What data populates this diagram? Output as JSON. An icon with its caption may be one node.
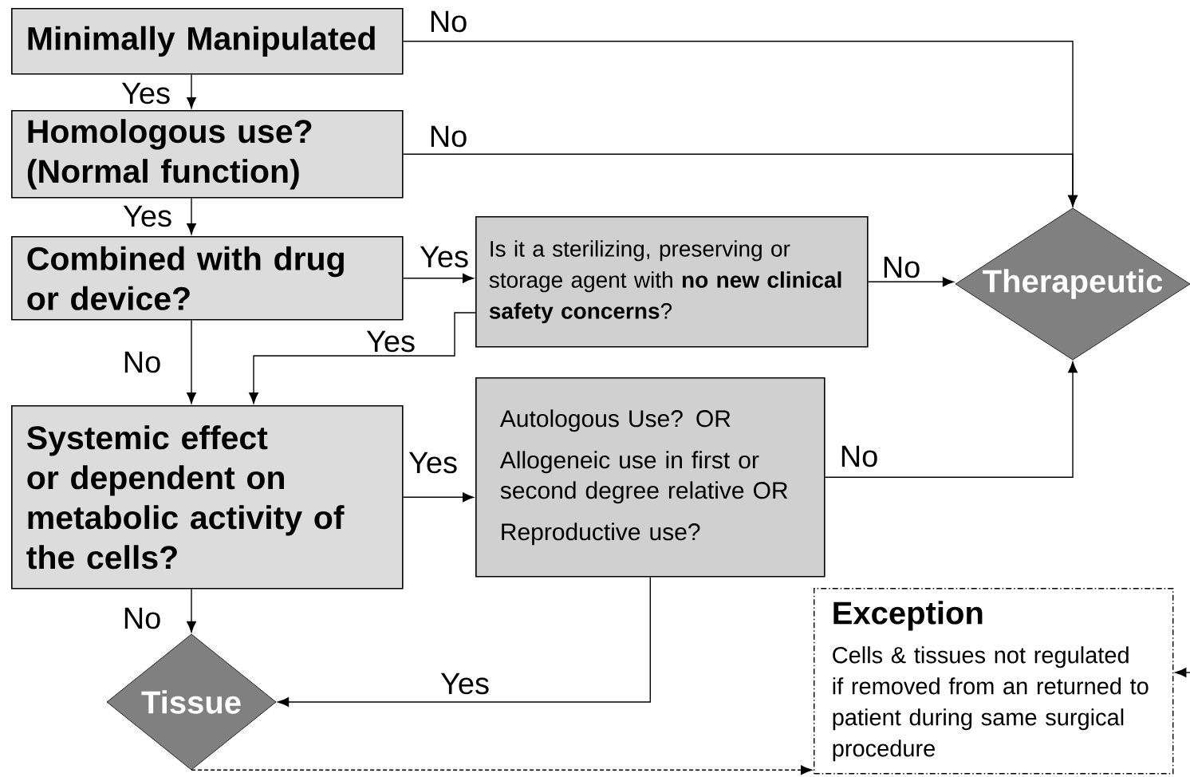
{
  "diagram": {
    "nodes": [
      {
        "text": [
          "Minimally Manipulated"
        ]
      },
      {
        "text": [
          "Homologous use? (Normal function)"
        ]
      },
      {
        "text": [
          "Combined with drug or device?"
        ]
      },
      {
        "text": [
          "Is it a sterilizing, preserving or storage agent with **no new clinical safety concerns**?"
        ]
      },
      {
        "text": [
          "Therapeutic"
        ]
      },
      {
        "text": [
          "Systemic effect or dependent on metabolic activity of the cells?"
        ]
      },
      {
        "text": [
          "Autologous Use? OR",
          "Allogeneic use in first or second degree relative OR",
          "Reproductive use?"
        ]
      },
      {
        "text": [
          "Tissue"
        ]
      },
      {
        "text": [
          "Exception",
          "Cells & tissues not regulated if removed from an returned to  patient during same surgical procedure"
        ]
      }
    ],
    "edges": [
      {
        "from": 0,
        "to": 1,
        "arrow": "to",
        "label": "Yes"
      },
      {
        "from": 1,
        "to": 2,
        "arrow": "to",
        "label": "Yes"
      },
      {
        "from": 2,
        "to": 3,
        "arrow": "to",
        "label": "Yes"
      },
      {
        "from": 0,
        "to": 4,
        "arrow": "to",
        "label": "No"
      },
      {
        "from": 1,
        "to": 4,
        "arrow": "to",
        "label": "No"
      },
      {
        "from": 3,
        "to": 4,
        "arrow": "to",
        "label": "No"
      },
      {
        "from": 2,
        "to": 5,
        "arrow": "to",
        "label": "No"
      },
      {
        "from": 3,
        "to": 5,
        "arrow": "to",
        "label": "Yes"
      },
      {
        "from": 5,
        "to": 6,
        "arrow": "to",
        "label": "Yes"
      },
      {
        "from": 6,
        "to": 4,
        "arrow": "to",
        "label": "No"
      },
      {
        "from": 5,
        "to": 7,
        "arrow": "to",
        "label": "No"
      },
      {
        "from": 6,
        "to": 7,
        "arrow": "to",
        "label": "Yes"
      },
      {
        "from": 7,
        "to": 8,
        "arrow": "to",
        "style": "dashed"
      },
      {
        "from": null,
        "to": 8,
        "arrow": "to",
        "style": "dashed"
      }
    ]
  }
}
